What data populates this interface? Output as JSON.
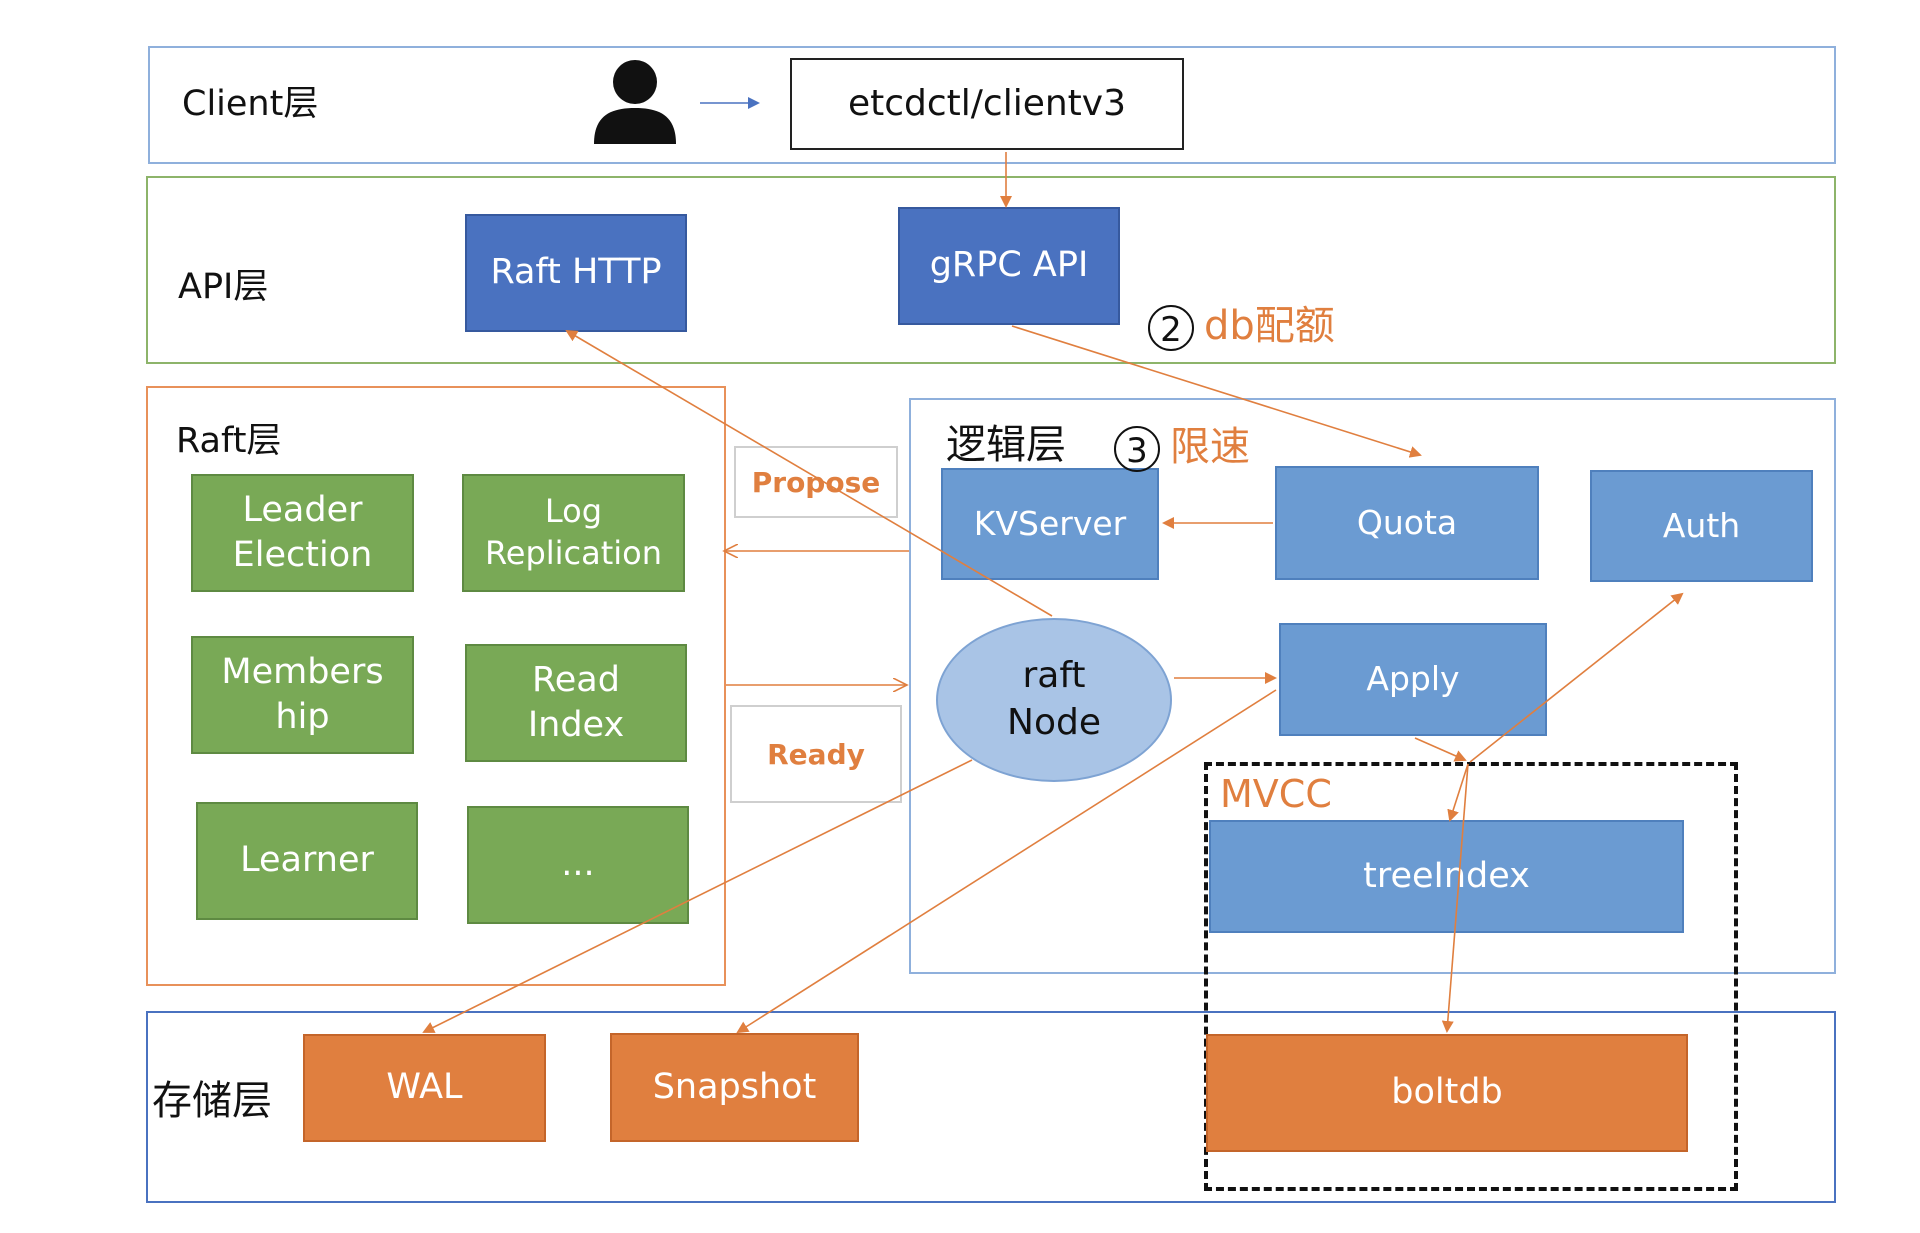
{
  "layers": {
    "client": "Client层",
    "api": "API层",
    "raft": "Raft层",
    "logic": "逻辑层",
    "storage": "存储层"
  },
  "client": {
    "tool": "etcdctl/clientv3"
  },
  "api": {
    "raft_http": "Raft HTTP",
    "grpc_api": "gRPC API"
  },
  "raft_modules": {
    "leader_election": "Leader\nElection",
    "log_replication": "Log\nReplication",
    "membership": "Members\nhip",
    "read_index": "Read\nIndex",
    "learner": "Learner",
    "more": "..."
  },
  "messages": {
    "propose": "Propose",
    "ready": "Ready"
  },
  "logic": {
    "kvserver": "KVServer",
    "quota": "Quota",
    "auth": "Auth",
    "raft_node": "raft\nNode",
    "apply": "Apply"
  },
  "mvcc": {
    "label": "MVCC",
    "tree_index": "treeIndex"
  },
  "storage": {
    "wal": "WAL",
    "snapshot": "Snapshot",
    "boltdb": "boltdb"
  },
  "notes": {
    "db_quota_num": "2",
    "db_quota": "db配额",
    "rate_limit_num": "3",
    "rate_limit": "限速"
  },
  "colors": {
    "api_blue": "#4a72c0",
    "logic_blue": "#6b9bd2",
    "raft_green": "#79a956",
    "storage_orange": "#e07f3f",
    "arrow": "#e07f3f"
  }
}
